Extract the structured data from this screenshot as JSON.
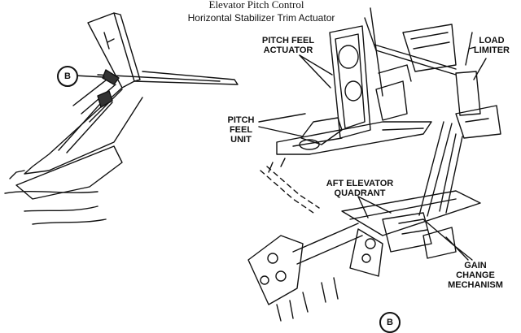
{
  "title": "Elevator Pitch Control",
  "subtitle": "Horizontal Stabilizer Trim Actuator",
  "labels": {
    "pitch_feel_actuator": "PITCH FEEL\nACTUATOR",
    "pitch_feel_unit": "PITCH\nFEEL\nUNIT",
    "load_limiter": "LOAD\nLIMITER",
    "aft_elevator_quadrant": "AFT ELEVATOR\nQUADRANT",
    "gain_change_mechanism": "GAIN\nCHANGE\nMECHANISM"
  },
  "markers": {
    "detail_marker_tail": "B",
    "detail_marker_mechanism": "B"
  }
}
